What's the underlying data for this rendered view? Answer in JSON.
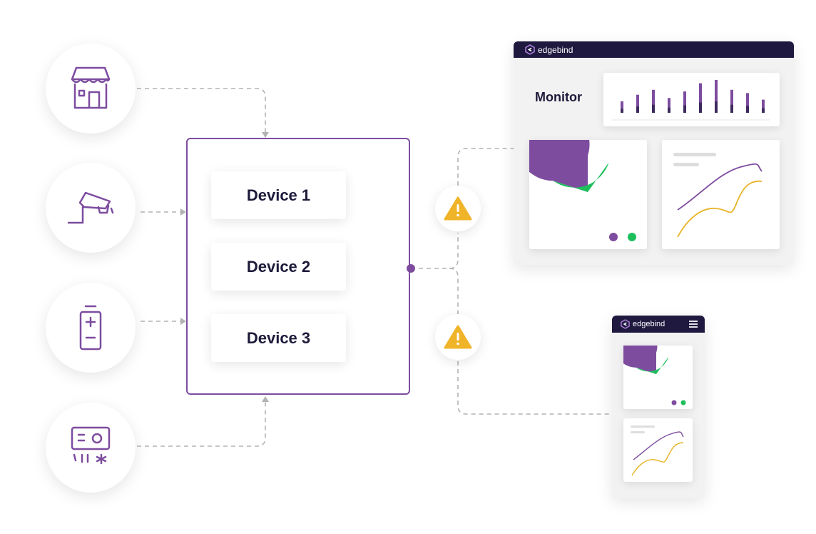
{
  "devices": [
    "Device 1",
    "Device 2",
    "Device 3"
  ],
  "sources": [
    {
      "icon": "storefront-icon"
    },
    {
      "icon": "security-camera-icon"
    },
    {
      "icon": "battery-icon"
    },
    {
      "icon": "air-conditioner-icon"
    }
  ],
  "warnings": [
    {
      "icon": "warning-icon"
    },
    {
      "icon": "warning-icon"
    }
  ],
  "dashboard": {
    "brand": "edgebind",
    "title": "Monitor",
    "bars": [
      0.35,
      0.55,
      0.7,
      0.45,
      0.65,
      0.9,
      1.0,
      0.7,
      0.6,
      0.4
    ],
    "pie": [
      0.8,
      0.2
    ]
  },
  "mobile": {
    "brand": "edgebind"
  },
  "colors": {
    "purple": "#7d4c9f",
    "green": "#1dbf5c",
    "yellow": "#e8b42a",
    "warning": "#f0b429",
    "dark": "#1f1940",
    "connector": "#b3b3b3"
  }
}
